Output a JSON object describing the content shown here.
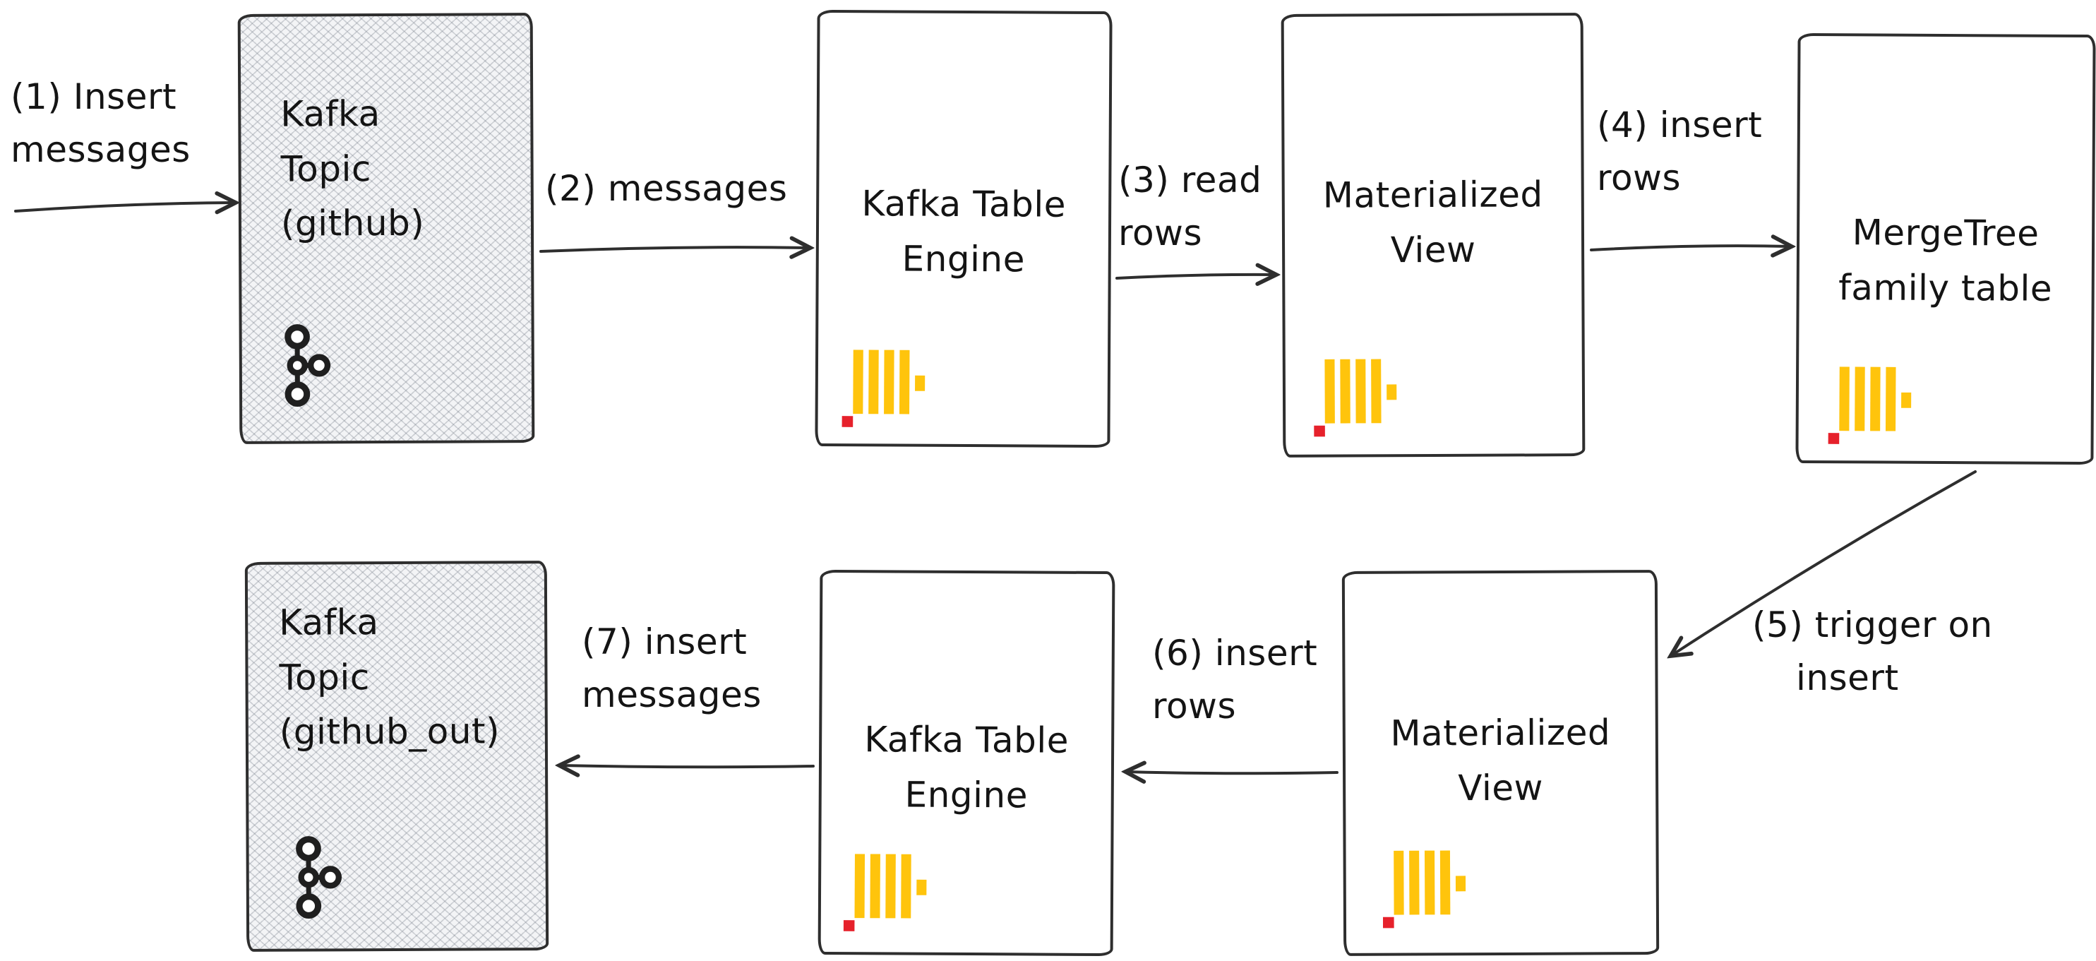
{
  "diagram": {
    "nodes": {
      "kafka_topic_in": {
        "line1": "Kafka",
        "line2": "Topic",
        "line3": "(github)",
        "icon": "kafka-logo"
      },
      "kafka_table_engine_1": {
        "line1": "Kafka Table",
        "line2": "Engine",
        "icon": "clickhouse-logo"
      },
      "materialized_view_1": {
        "line1": "Materialized",
        "line2": "View",
        "icon": "clickhouse-logo"
      },
      "mergetree_table": {
        "line1": "MergeTree",
        "line2": "family table",
        "icon": "clickhouse-logo"
      },
      "materialized_view_2": {
        "line1": "Materialized",
        "line2": "View",
        "icon": "clickhouse-logo"
      },
      "kafka_table_engine_2": {
        "line1": "Kafka Table",
        "line2": "Engine",
        "icon": "clickhouse-logo"
      },
      "kafka_topic_out": {
        "line1": "Kafka",
        "line2": "Topic",
        "line3": "(github_out)",
        "icon": "kafka-logo"
      }
    },
    "arrows": {
      "a1": {
        "line1": "(1) Insert",
        "line2": "messages"
      },
      "a2": {
        "line1": "(2) messages"
      },
      "a3": {
        "line1": "(3) read",
        "line2": "rows"
      },
      "a4": {
        "line1": "(4) insert",
        "line2": "rows"
      },
      "a5": {
        "line1": "(5) trigger on",
        "line2": "insert"
      },
      "a6": {
        "line1": "(6) insert",
        "line2": "rows"
      },
      "a7": {
        "line1": "(7) insert",
        "line2": "messages"
      }
    },
    "colors": {
      "stroke": "#2e2e2e",
      "clickhouse_yellow": "#ffc40c",
      "clickhouse_red": "#e6212b",
      "hatch_fill": "#f3f4f6"
    }
  }
}
